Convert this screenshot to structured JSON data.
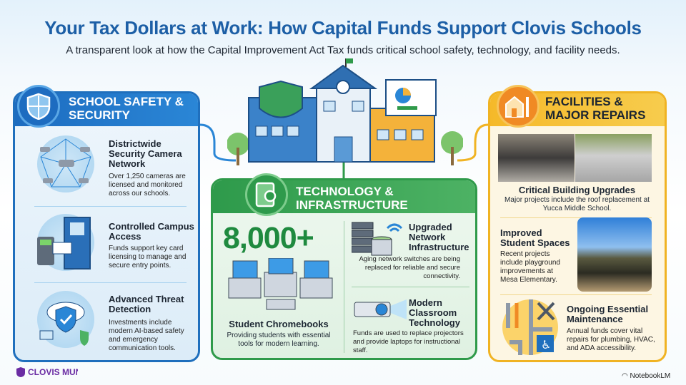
{
  "header": {
    "title": "Your Tax Dollars at Work: How Capital Funds Support Clovis Schools",
    "subtitle": "A transparent look at how the Capital Improvement Act Tax funds critical school safety, technology, and facility needs."
  },
  "colors": {
    "safety": "#1f6fbd",
    "technology": "#2f9a4a",
    "facilities": "#f0b323",
    "title": "#1d5fa6"
  },
  "safety": {
    "title": "SCHOOL SAFETY & SECURITY",
    "icon": "shield-icon",
    "items": [
      {
        "title": "Districtwide Security Camera Network",
        "desc": "Over 1,250 cameras are licensed and monitored across our schools.",
        "icon": "security-camera-icon"
      },
      {
        "title": "Controlled Campus Access",
        "desc": "Funds support key card licensing to manage and secure entry points.",
        "icon": "keycard-door-icon"
      },
      {
        "title": "Advanced Threat Detection",
        "desc": "Investments include modern AI-based safety and emergency communication tools.",
        "icon": "cloud-shield-icon"
      }
    ]
  },
  "technology": {
    "title": "TECHNOLOGY & INFRASTRUCTURE",
    "icon": "tablet-gear-icon",
    "stat": "8,000+",
    "stat_title": "Student Chromebooks",
    "stat_desc": "Providing students with essential tools for modern learning.",
    "items": [
      {
        "title": "Upgraded Network Infrastructure",
        "desc": "Aging network switches are being replaced for reliable and secure connectivity.",
        "icon": "server-wifi-icon"
      },
      {
        "title": "Modern Classroom Technology",
        "desc": "Funds are used to replace projectors and provide laptops for instructional staff.",
        "icon": "projector-icon"
      }
    ]
  },
  "facilities": {
    "title": "FACILITIES & MAJOR REPAIRS",
    "icon": "building-wrench-icon",
    "items": [
      {
        "title": "Critical Building Upgrades",
        "desc": "Major projects include the roof replacement at Yucca Middle School.",
        "icon": "roof-photo"
      },
      {
        "title": "Improved Student Spaces",
        "desc": "Recent projects include playground improvements at Mesa Elementary.",
        "icon": "playground-photo"
      },
      {
        "title": "Ongoing Essential Maintenance",
        "desc": "Annual funds cover vital repairs for plumbing, HVAC, and ADA accessibility.",
        "icon": "tools-pipes-icon"
      }
    ]
  },
  "footer": {
    "logo": "CLOVIS MUNICIPAL SCHOOLS",
    "brand": "NotebookLM"
  }
}
